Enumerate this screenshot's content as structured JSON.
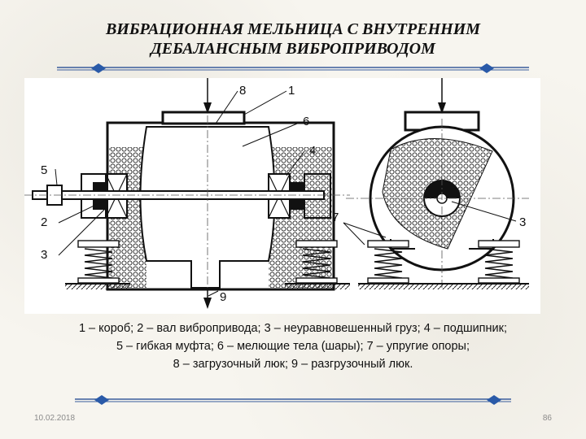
{
  "title": {
    "line1": "ВИБРАЦИОННАЯ МЕЛЬНИЦА С ВНУТРЕННИМ",
    "line2": "ДЕБАЛАНСНЫМ ВИБРОПРИВОДОМ"
  },
  "diagram": {
    "callouts": {
      "n1": "1",
      "n2": "2",
      "n3": "3",
      "n4": "4",
      "n5": "5",
      "n6": "6",
      "n7": "7",
      "n8": "8",
      "n9": "9",
      "n3b": "3"
    }
  },
  "caption": {
    "line1": "1 – короб; 2 – вал вибропривода; 3 – неуравновешенный груз; 4 – подшипник;",
    "line2": "5 – гибкая муфта; 6 – мелющие тела (шары); 7 – упругие опоры;",
    "line3": "8 – загрузочный люк; 9 – разгрузочный люк."
  },
  "footer": {
    "date": "10.02.2018",
    "page": "86"
  },
  "colors": {
    "accent": "#2a5aa8"
  }
}
